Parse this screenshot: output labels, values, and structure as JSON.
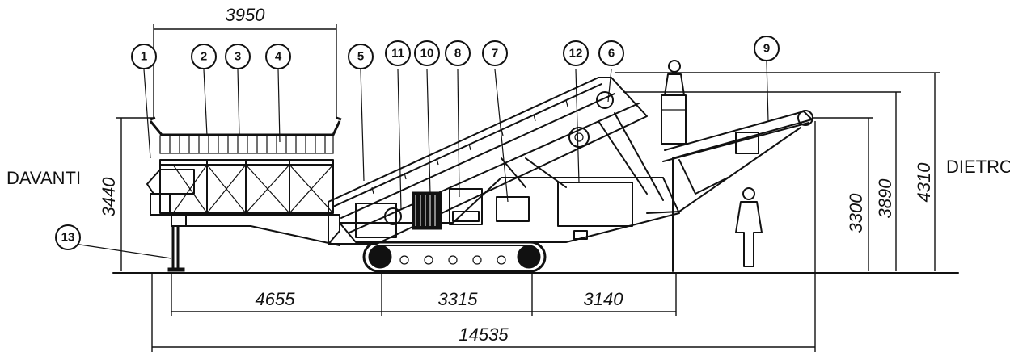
{
  "labels": {
    "front": "DAVANTI",
    "rear": "DIETRO"
  },
  "dimensions": {
    "hopper_length": "3950",
    "height_hopper": "3440",
    "height_3300": "3300",
    "height_3890": "3890",
    "height_4310": "4310",
    "len_4655": "4655",
    "len_3315": "3315",
    "len_3140": "3140",
    "overall_length": "14535"
  },
  "callouts": [
    "1",
    "2",
    "3",
    "4",
    "5",
    "11",
    "10",
    "8",
    "7",
    "12",
    "6",
    "9",
    "13"
  ]
}
